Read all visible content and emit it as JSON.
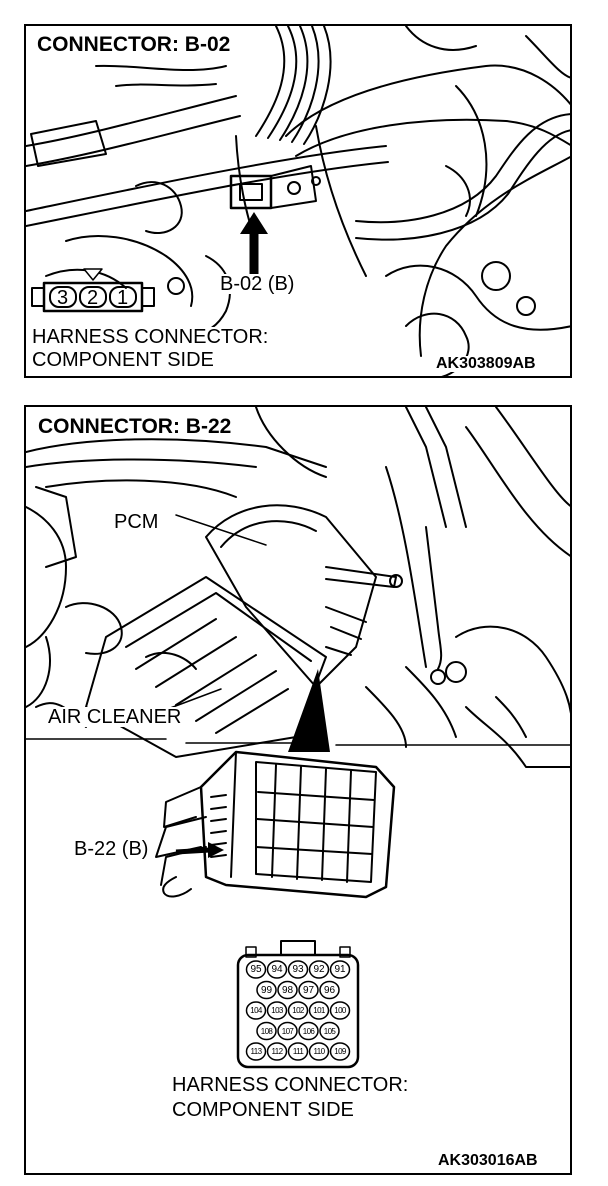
{
  "panel1": {
    "title": "CONNECTOR: B-02",
    "pointer_label": "B-02 (B)",
    "pins": [
      "3",
      "2",
      "1"
    ],
    "harness_line1": "HARNESS CONNECTOR:",
    "harness_line2": "COMPONENT SIDE",
    "code": "AK303809AB"
  },
  "panel2": {
    "title": "CONNECTOR: B-22",
    "pcm_label": "PCM",
    "air_cleaner_label": "AIR CLEANER",
    "pointer_label": "B-22 (B)",
    "pin_rows": [
      [
        "95",
        "94",
        "93",
        "92",
        "91"
      ],
      [
        "99",
        "98",
        "97",
        "96"
      ],
      [
        "104",
        "103",
        "102",
        "101",
        "100"
      ],
      [
        "108",
        "107",
        "106",
        "105"
      ],
      [
        "113",
        "112",
        "111",
        "110",
        "109"
      ]
    ],
    "harness_line1": "HARNESS CONNECTOR:",
    "harness_line2": "COMPONENT SIDE",
    "code": "AK303016AB"
  }
}
